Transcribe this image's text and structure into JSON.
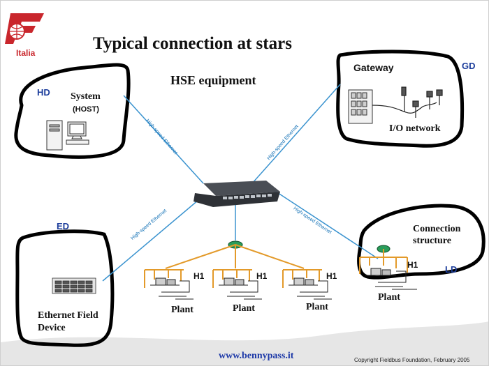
{
  "logo": {
    "text": "Italia",
    "color": "#c9262c"
  },
  "title": "Typical connection at stars",
  "subtitle": "HSE equipment",
  "zones": {
    "hd": {
      "tag": "HD",
      "line1": "System",
      "line2": "(HOST)"
    },
    "gd": {
      "tag": "GD",
      "title": "Gateway",
      "caption": "I/O network"
    },
    "ed": {
      "tag": "ED",
      "line1": "Ethernet Field",
      "line2": "Device"
    },
    "ld": {
      "tag": "LD",
      "line1": "Connection",
      "line2": "structure",
      "h1": "H1"
    }
  },
  "links": {
    "label": "High-speed Ethernet",
    "color": "#3a93cf"
  },
  "plants": [
    {
      "label": "Plant",
      "h1": "H1"
    },
    {
      "label": "Plant",
      "h1": "H1"
    },
    {
      "label": "Plant",
      "h1": "H1"
    },
    {
      "label": "Plant"
    }
  ],
  "footer": {
    "url": "www.bennypass.it",
    "copyright": "Copyright Fieldbus Foundation, February 2005"
  },
  "colors": {
    "h1_bus": "#e39a2a",
    "tag_blue": "#1d3e9c",
    "outline": "#000000"
  }
}
